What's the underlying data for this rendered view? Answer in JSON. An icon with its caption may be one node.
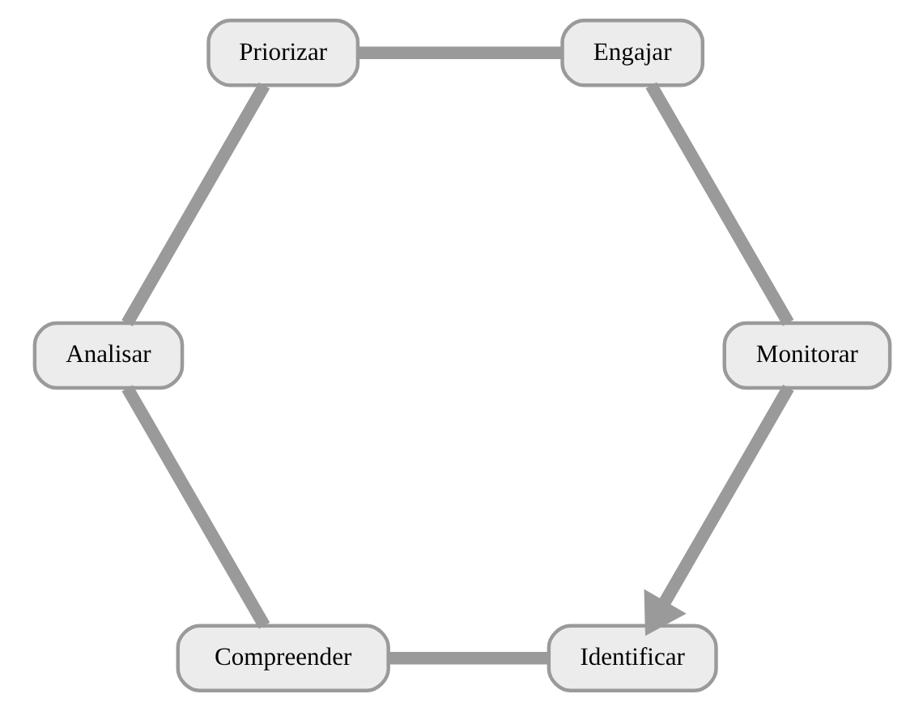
{
  "diagram": {
    "nodes": [
      {
        "text": [
          "Identificar"
        ]
      },
      {
        "text": [
          "Compreender"
        ]
      },
      {
        "text": [
          "Analisar"
        ]
      },
      {
        "text": [
          "Priorizar"
        ]
      },
      {
        "text": [
          "Engajar"
        ]
      },
      {
        "text": [
          "Monitorar"
        ]
      }
    ],
    "edges": [
      {
        "from": 0,
        "to": 1,
        "arrow": "none"
      },
      {
        "from": 1,
        "to": 2,
        "arrow": "none"
      },
      {
        "from": 2,
        "to": 3,
        "arrow": "none"
      },
      {
        "from": 3,
        "to": 4,
        "arrow": "none"
      },
      {
        "from": 4,
        "to": 5,
        "arrow": "none"
      },
      {
        "from": 5,
        "to": 0,
        "arrow": "to"
      }
    ]
  }
}
